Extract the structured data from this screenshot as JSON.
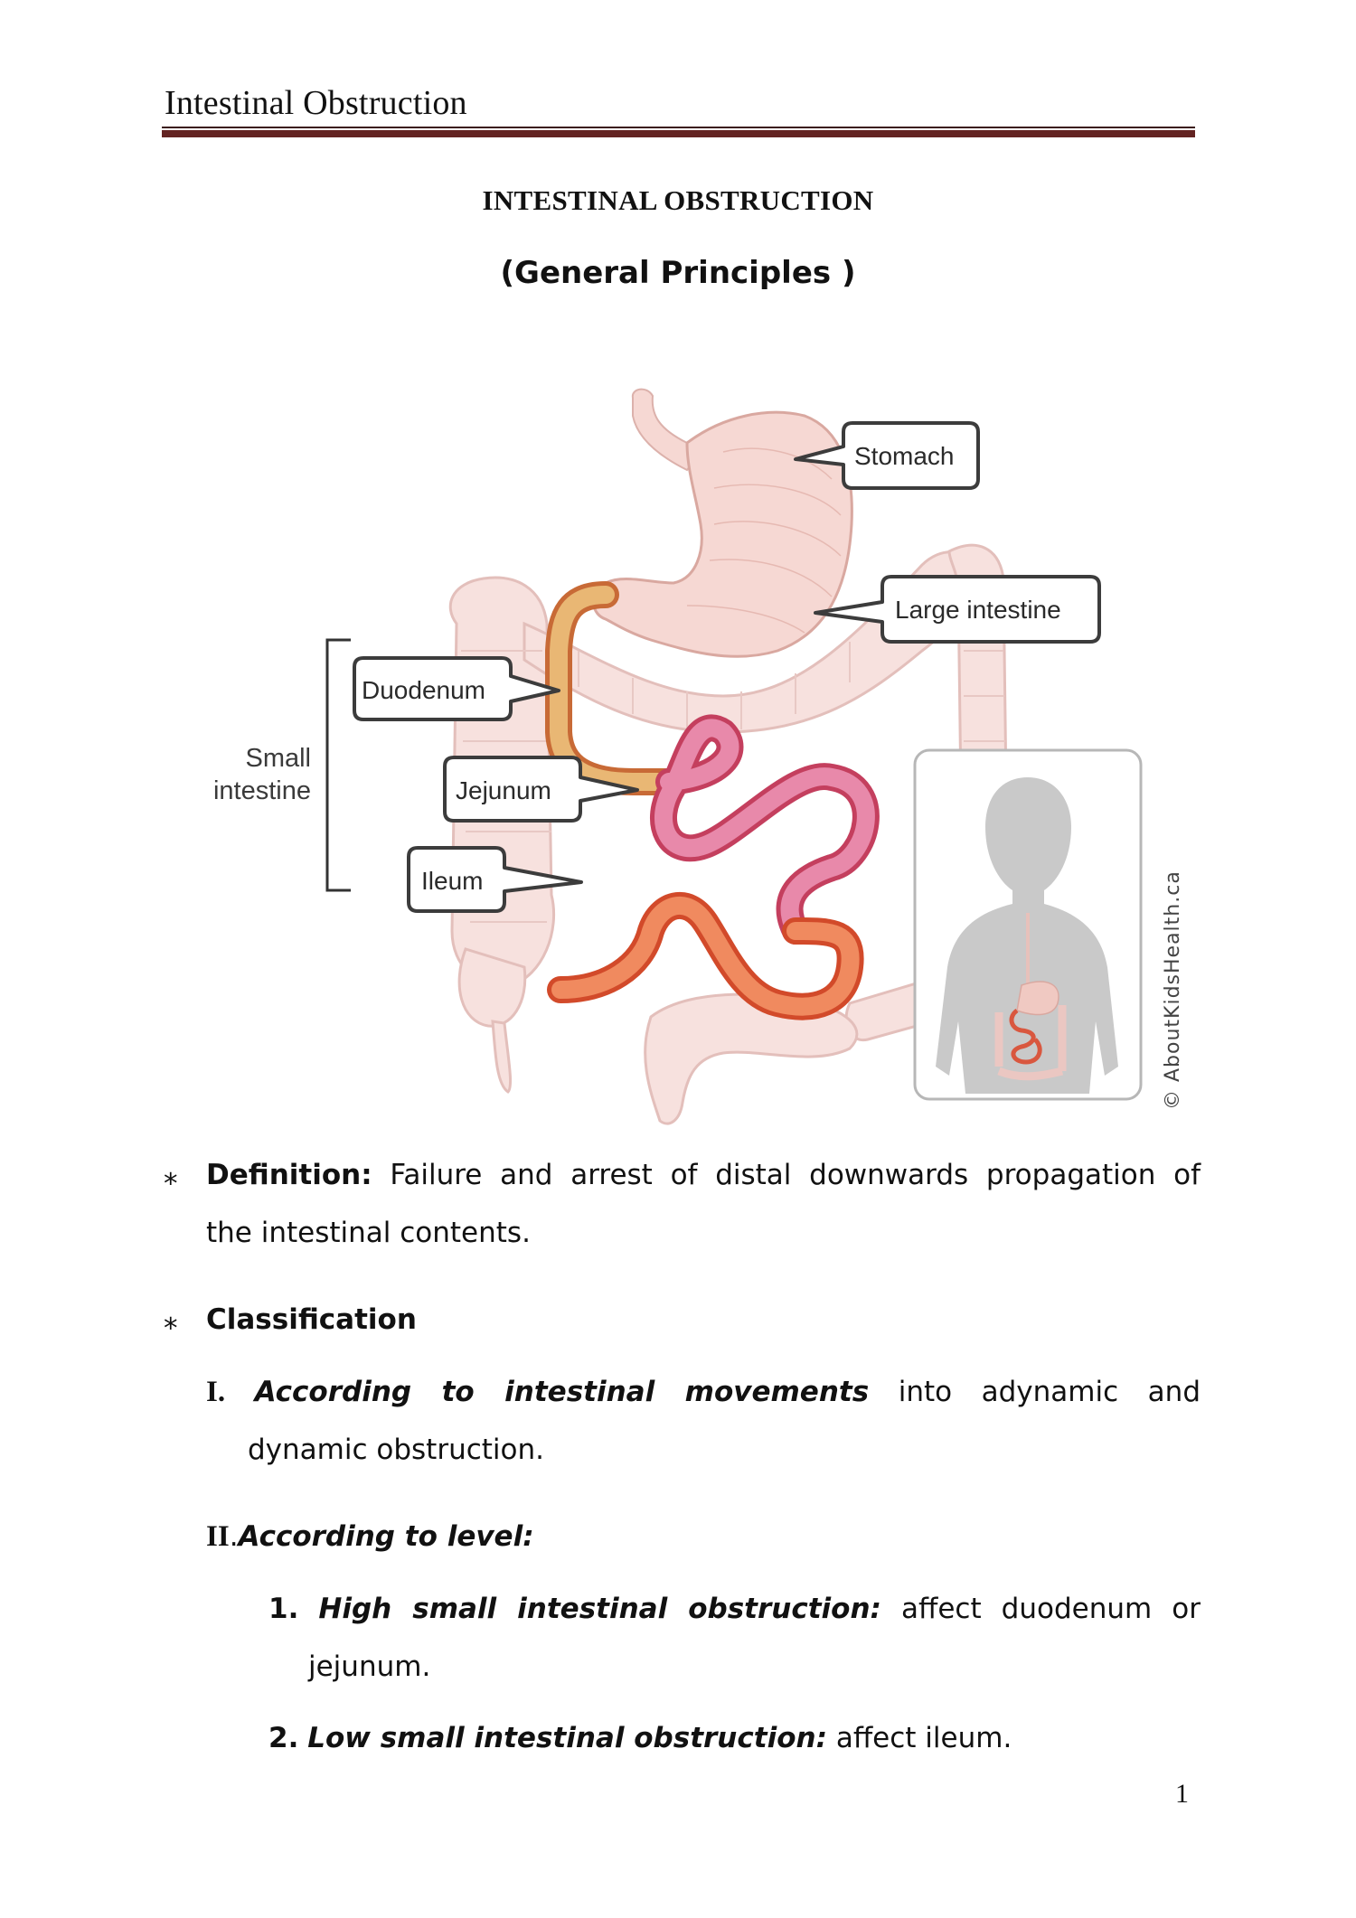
{
  "header": {
    "running_title": "Intestinal Obstruction",
    "rule_colors": {
      "thin": "#3b1a19",
      "thick": "#632322"
    }
  },
  "title": {
    "main": "INTESTINAL OBSTRUCTION",
    "subtitle": "(General Principles )"
  },
  "figure": {
    "labels": {
      "stomach": "Stomach",
      "large_intestine": "Large intestine",
      "duodenum": "Duodenum",
      "jejunum": "Jejunum",
      "ileum": "Ileum",
      "small_intestine_line1": "Small",
      "small_intestine_line2": "intestine"
    },
    "credit": "© AboutKidsHealth.ca",
    "colors": {
      "stomach": "#f6d8d3",
      "large_intestine": "#f7e1de",
      "duodenum": "#e59a52",
      "jejunum": "#e0708f",
      "ileum": "#e8683f",
      "silhouette": "#c9c9c9"
    }
  },
  "content": {
    "definition": {
      "bullet": "*",
      "label": "Definition:",
      "text_line1": "Failure and arrest of distal downwards propagation of",
      "text_line2": "the intestinal contents."
    },
    "classification": {
      "bullet": "*",
      "label": "Classification",
      "items": [
        {
          "numeral": "I.",
          "label": "According to intestinal movements",
          "text_line1": "into adynamic and",
          "text_line2": "dynamic obstruction."
        },
        {
          "numeral": "II",
          "separator": ".",
          "label": "According to level:",
          "subitems": [
            {
              "number": "1.",
              "label": "High small intestinal obstruction:",
              "text_line1": "affect duodenum or",
              "text_line2": "jejunum."
            },
            {
              "number": "2.",
              "label": "Low small intestinal obstruction:",
              "text": "affect ileum."
            }
          ]
        }
      ]
    }
  },
  "footer": {
    "page_number": "1"
  }
}
